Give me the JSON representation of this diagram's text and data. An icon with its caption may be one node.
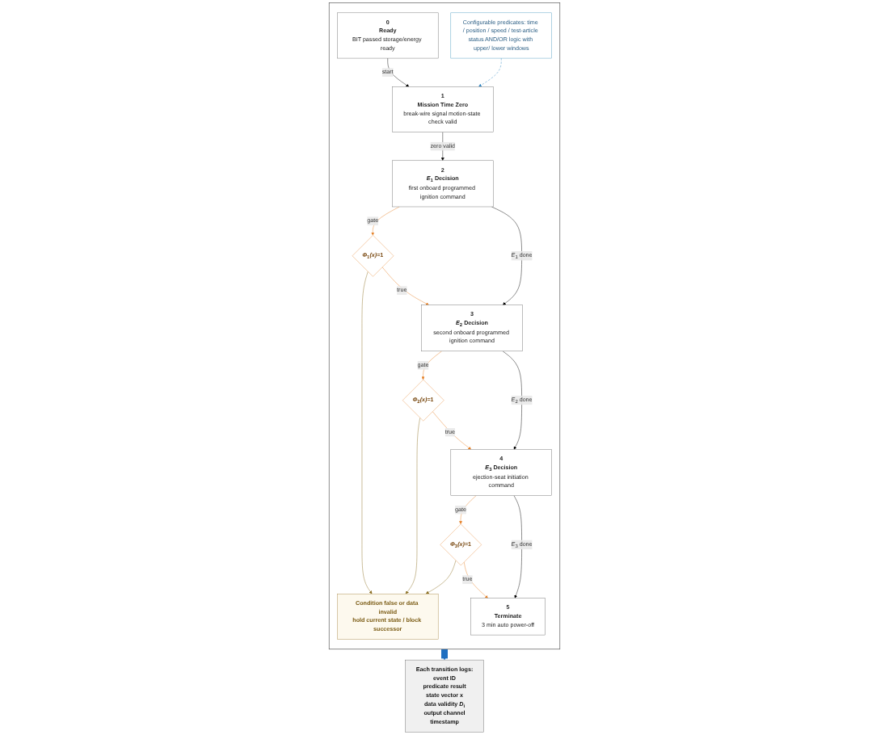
{
  "diagram": {
    "nodes": [
      {
        "text": [],
        "shape": "box"
      },
      {
        "text": [
          "0",
          "Ready",
          "BIT passed storage/energy ready"
        ],
        "in": 0
      },
      {
        "text": [
          "1",
          "Mission Time Zero",
          "break-wire signal motion-state check valid"
        ],
        "in": 0
      },
      {
        "text": [
          "Configurable predicates: time / position / speed / test-article status AND/OR logic with upper/ lower windows"
        ],
        "in": 0
      },
      {
        "text": [
          "2",
          "*E*$_{1}$ Decision",
          "first onboard programmed ignition command"
        ],
        "in": 0
      },
      {
        "text": [
          "*Φ*$_{1}$*(x)*=1"
        ],
        "in": 0
      },
      {
        "text": [
          "3",
          "*E*$_{2}$ Decision",
          "second onboard programmed ignition command"
        ],
        "in": 0
      },
      {
        "text": [
          "*Φ*$_{2}$*(x)*=1"
        ],
        "in": 0
      },
      {
        "text": [
          "Condition false or data invalid",
          "hold current state / block successor"
        ],
        "in": 0
      },
      {
        "text": [
          "4",
          "*E*$_{3}$ Decision",
          "ejection-seat initiation command"
        ],
        "in": 0
      },
      {
        "text": [
          "*Φ*$_{3}$*(x)*=1"
        ],
        "in": 0
      },
      {
        "text": [
          "5",
          "Terminate",
          "3 min auto power-off"
        ],
        "in": 0
      },
      {
        "text": [
          "Each transition logs:",
          "event ID",
          "predicate result",
          "state vector x",
          "data validity *D*$_{i}$",
          "output channel",
          "timestamp"
        ]
      }
    ],
    "edges": [
      {
        "from": 1,
        "to": 2,
        "arrow": "to",
        "label": "start",
        "color": "#000000"
      },
      {
        "from": 3,
        "to": 2,
        "arrow": "to",
        "style": "dashed",
        "color": "#2e86c1"
      },
      {
        "from": 2,
        "to": 4,
        "arrow": "to",
        "label": "zero valid",
        "color": "#000000"
      },
      {
        "from": 4,
        "to": 5,
        "arrow": "to",
        "label": "gate",
        "color": "#e67e22"
      },
      {
        "from": 5,
        "to": 6,
        "arrow": "to",
        "label": "true",
        "color": "#e67e22"
      },
      {
        "from": 5,
        "to": 8,
        "arrow": "to",
        "color": "#8a6d1e"
      },
      {
        "from": 4,
        "to": 6,
        "arrow": "to",
        "label": "*E*$_{1}$ done",
        "color": "#000000"
      },
      {
        "from": 6,
        "to": 7,
        "arrow": "to",
        "label": "gate",
        "color": "#e67e22"
      },
      {
        "from": 7,
        "to": 9,
        "arrow": "to",
        "label": "true",
        "color": "#e67e22"
      },
      {
        "from": 7,
        "to": 8,
        "arrow": "to",
        "color": "#8a6d1e"
      },
      {
        "from": 6,
        "to": 9,
        "arrow": "to",
        "label": "*E*$_{2}$ done",
        "color": "#000000"
      },
      {
        "from": 9,
        "to": 10,
        "arrow": "to",
        "label": "gate",
        "color": "#e67e22"
      },
      {
        "from": 10,
        "to": 11,
        "arrow": "to",
        "label": "true",
        "color": "#e67e22"
      },
      {
        "from": 10,
        "to": 8,
        "arrow": "to",
        "color": "#8a6d1e"
      },
      {
        "from": 9,
        "to": 11,
        "arrow": "to",
        "label": "*E*$_{3}$ done",
        "color": "#000000"
      },
      {
        "from": 0,
        "to": 12,
        "arrow": "to",
        "style": "thick",
        "color": "#1f6fc0"
      }
    ]
  }
}
